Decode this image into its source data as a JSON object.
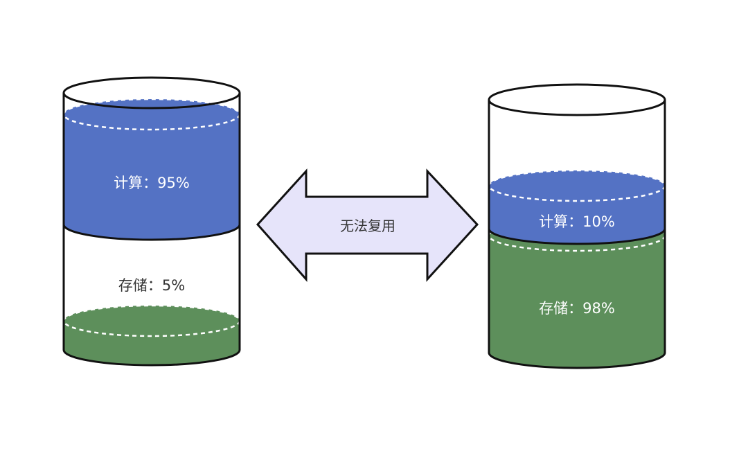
{
  "left_cylinder": {
    "compute_label": "计算：95%",
    "storage_label": "存储：5%"
  },
  "right_cylinder": {
    "compute_label": "计算：10%",
    "storage_label": "存储：98%"
  },
  "arrow": {
    "label": "无法复用"
  },
  "colors": {
    "compute": "#5472c4",
    "storage": "#5d8f5b",
    "arrow_fill": "#e6e4fa",
    "outline": "#111111"
  }
}
